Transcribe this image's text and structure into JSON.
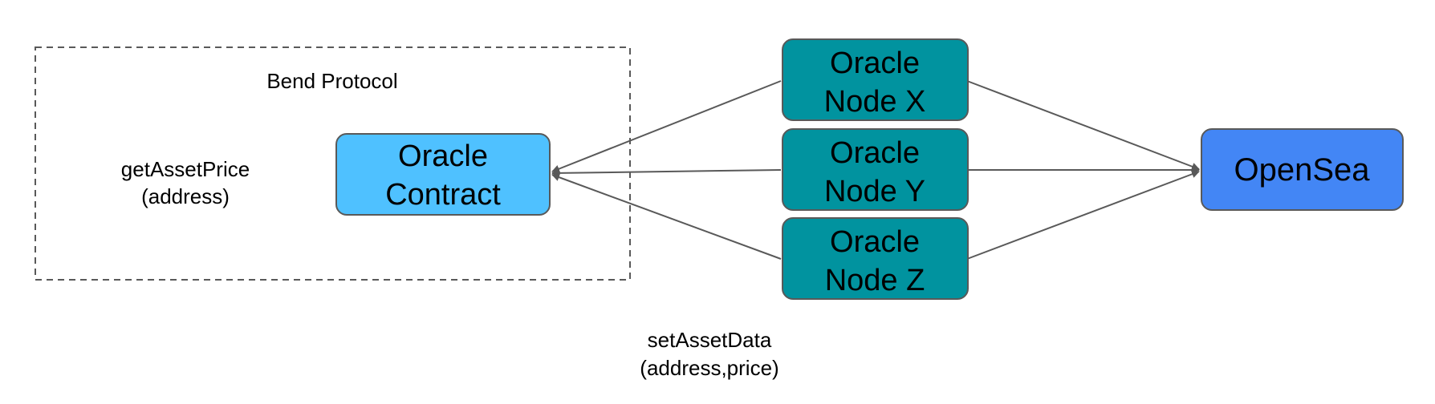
{
  "group": {
    "title": "Bend Protocol",
    "method_line1": "getAssetPrice",
    "method_line2": "(address)"
  },
  "nodes": {
    "oracle_contract": {
      "line1": "Oracle",
      "line2": "Contract"
    },
    "node_x": {
      "line1": "Oracle",
      "line2": "Node X"
    },
    "node_y": {
      "line1": "Oracle",
      "line2": "Node Y"
    },
    "node_z": {
      "line1": "Oracle",
      "line2": "Node Z"
    },
    "opensea": {
      "label": "OpenSea"
    }
  },
  "edge_label": {
    "line1": "setAssetData",
    "line2": "(address,price)"
  },
  "colors": {
    "contract_fill": "#4fc1ff",
    "oracle_node_fill": "#01939f",
    "opensea_fill": "#4386f5",
    "node_border": "#595959",
    "arrow": "#595959",
    "group_border": "#595959"
  }
}
